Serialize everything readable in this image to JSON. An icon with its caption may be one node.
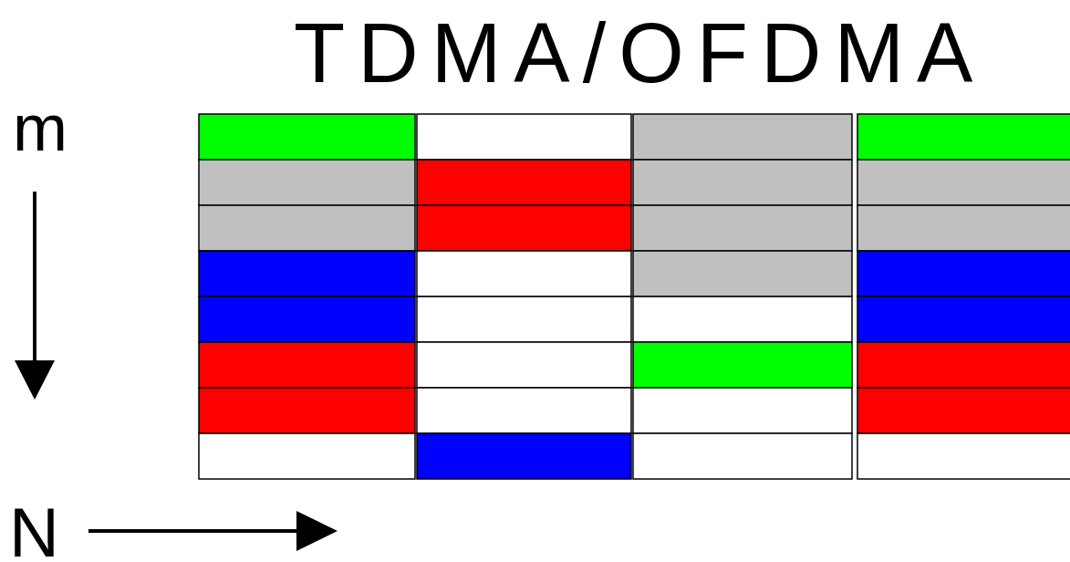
{
  "diagram": {
    "title": "TDMA/OFDMA",
    "labels": [
      "m",
      "N"
    ]
  }
}
